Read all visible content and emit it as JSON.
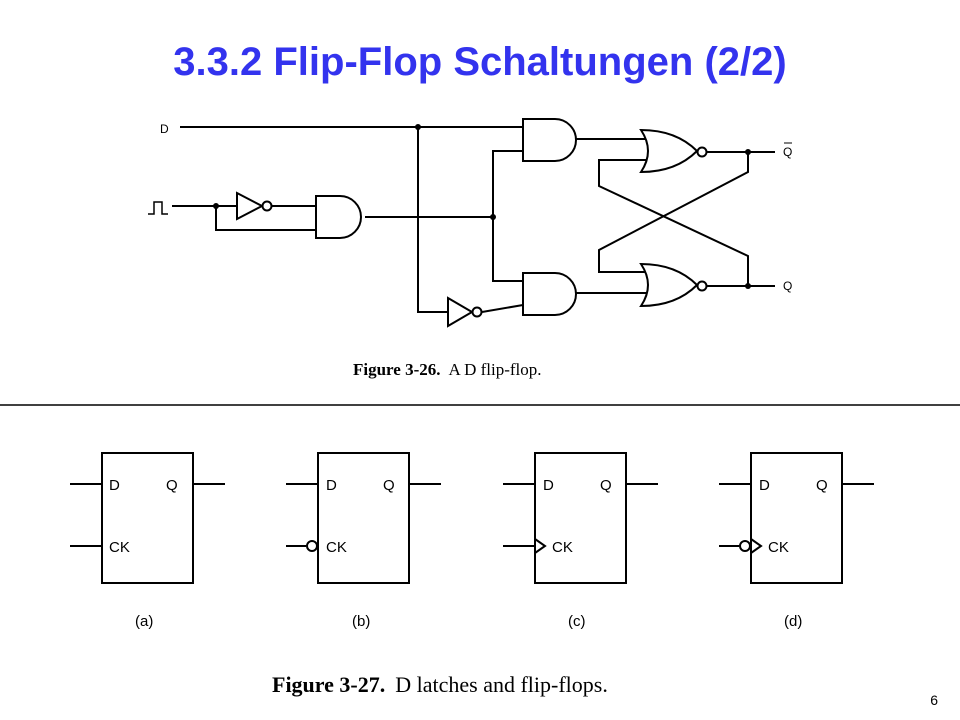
{
  "slide": {
    "title": "3.3.2  Flip-Flop Schaltungen  (2/2)",
    "page_number": "6"
  },
  "figure_26": {
    "input_d": "D",
    "output_qbar": "Q",
    "output_q": "Q",
    "caption_bold": "Figure 3-26.",
    "caption_text": "A D flip-flop."
  },
  "figure_27": {
    "caption_bold": "Figure 3-27.",
    "caption_text": "D latches and flip-flops.",
    "variants": [
      {
        "label": "(a)",
        "d": "D",
        "q": "Q",
        "ck": "CK",
        "inverted_clock": false,
        "edge_triggered": false
      },
      {
        "label": "(b)",
        "d": "D",
        "q": "Q",
        "ck": "CK",
        "inverted_clock": true,
        "edge_triggered": false
      },
      {
        "label": "(c)",
        "d": "D",
        "q": "Q",
        "ck": "CK",
        "inverted_clock": false,
        "edge_triggered": true
      },
      {
        "label": "(d)",
        "d": "D",
        "q": "Q",
        "ck": "CK",
        "inverted_clock": true,
        "edge_triggered": true
      }
    ]
  }
}
